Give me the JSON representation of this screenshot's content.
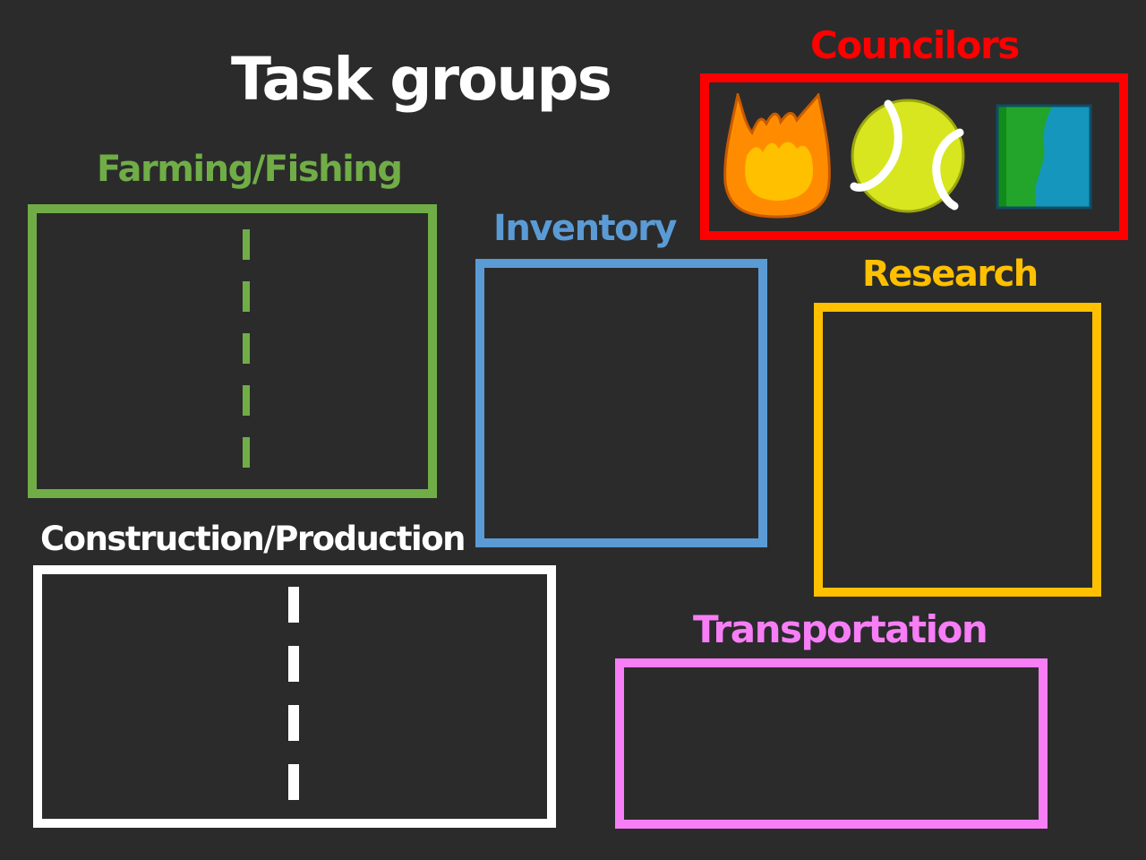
{
  "title": "Task groups",
  "councilors": {
    "label": "Councilors",
    "color": "#ff0000",
    "members": [
      {
        "icon": "firey-flame-icon"
      },
      {
        "icon": "tennis-ball-icon"
      },
      {
        "icon": "book-icon"
      }
    ]
  },
  "groups": [
    {
      "key": "farming",
      "label": "Farming/Fishing",
      "color": "#70ad47",
      "divided": true
    },
    {
      "key": "inventory",
      "label": "Inventory",
      "color": "#5b9bd5",
      "divided": false
    },
    {
      "key": "research",
      "label": "Research",
      "color": "#ffc000",
      "divided": false
    },
    {
      "key": "construction",
      "label": "Construction/Production",
      "color": "#ffffff",
      "divided": true
    },
    {
      "key": "transportation",
      "label": "Transportation",
      "color": "#f77ef7",
      "divided": false
    }
  ]
}
